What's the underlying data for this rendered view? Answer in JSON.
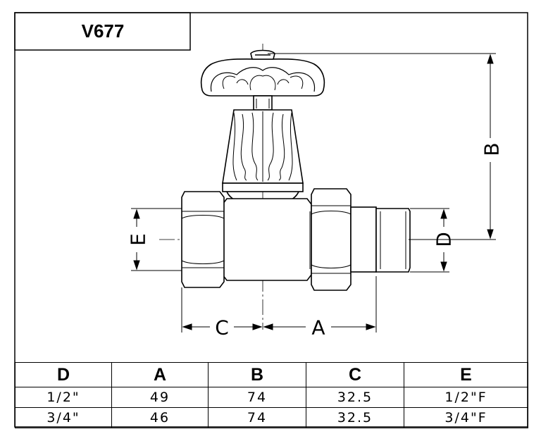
{
  "model": "V677",
  "dimension_labels": {
    "A": "A",
    "B": "B",
    "C": "C",
    "D": "D",
    "E": "E"
  },
  "table": {
    "headers": [
      "D",
      "A",
      "B",
      "C",
      "E"
    ],
    "rows": [
      [
        "1/2\"",
        "49",
        "74",
        "32.5",
        "1/2\"F"
      ],
      [
        "3/4\"",
        "46",
        "74",
        "32.5",
        "3/4\"F"
      ]
    ]
  }
}
